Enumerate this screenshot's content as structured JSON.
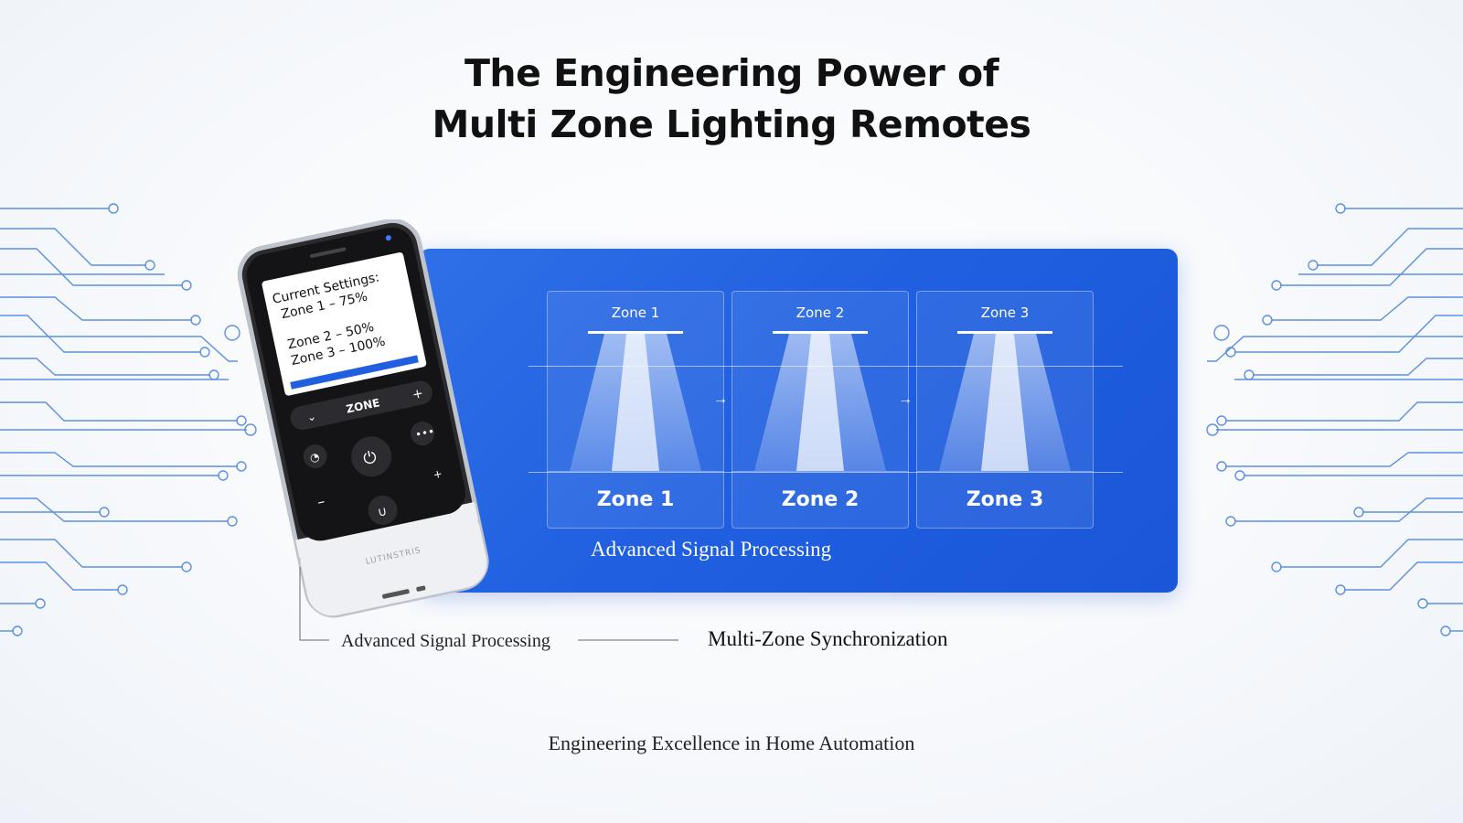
{
  "header": {
    "title_line1": "The Engineering Power of",
    "title_line2": "Multi Zone Lighting Remotes"
  },
  "remote": {
    "screen_lines": [
      "Current Settings:",
      "Zone 1 – 75%",
      "Zone 2 – 50%",
      "Zone 3 – 100%"
    ],
    "zone_button": "ZONE",
    "brand": "LUTINSTRIS"
  },
  "panel": {
    "zones": [
      {
        "top_label": "Zone 1",
        "bottom_label": "Zone 1"
      },
      {
        "top_label": "Zone 2",
        "bottom_label": "Zone 2"
      },
      {
        "top_label": "Zone 3",
        "bottom_label": "Zone 3"
      }
    ],
    "caption": "Advanced Signal Processing"
  },
  "labels": {
    "left": "Advanced Signal Processing",
    "right": "Multi-Zone Synchronization"
  },
  "footer": "Engineering Excellence in Home Automation",
  "colors": {
    "accent": "#1f5fe0",
    "circuit": "#2a6fd6"
  },
  "icons": [
    "circuit-traces",
    "remote-control",
    "spotlight-beam",
    "arrow-right-icon",
    "power-icon",
    "volume-down-icon",
    "plus-icon",
    "minus-icon",
    "ellipsis-icon"
  ]
}
